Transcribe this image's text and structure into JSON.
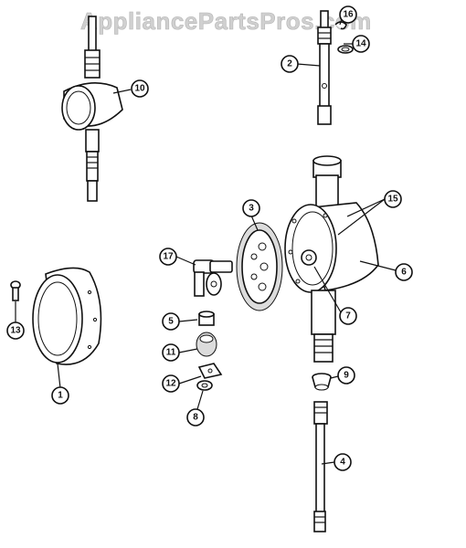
{
  "watermark": "AppliancePartsPros.com",
  "callouts": [
    "1",
    "2",
    "3",
    "4",
    "5",
    "6",
    "7",
    "8",
    "9",
    "10",
    "11",
    "12",
    "13",
    "14",
    "15",
    "16",
    "17"
  ],
  "colors": {
    "ink": "#111111",
    "paper": "#ffffff",
    "watermark": "#d0d0d0"
  }
}
